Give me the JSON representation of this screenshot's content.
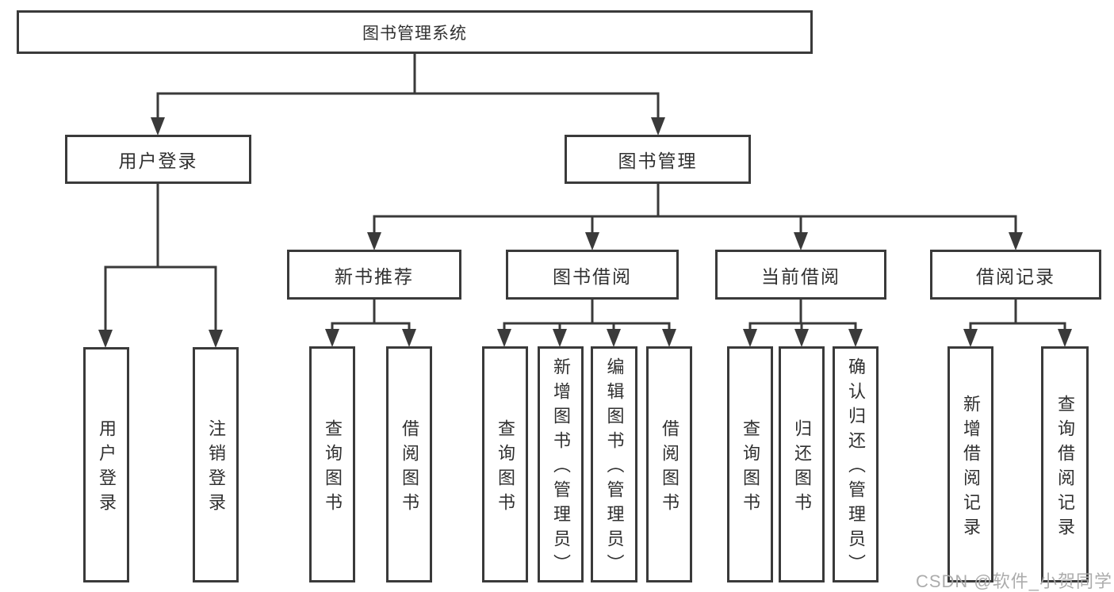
{
  "tree": {
    "label": "图书管理系统",
    "children": [
      {
        "label": "用户登录",
        "children": [
          {
            "label": "用户登录"
          },
          {
            "label": "注销登录"
          }
        ]
      },
      {
        "label": "图书管理",
        "children": [
          {
            "label": "新书推荐",
            "children": [
              {
                "label": "查询图书"
              },
              {
                "label": "借阅图书"
              }
            ]
          },
          {
            "label": "图书借阅",
            "children": [
              {
                "label": "查询图书"
              },
              {
                "label": "新增图书（管理员）"
              },
              {
                "label": "编辑图书（管理员）"
              },
              {
                "label": "借阅图书"
              }
            ]
          },
          {
            "label": "当前借阅",
            "children": [
              {
                "label": "查询图书"
              },
              {
                "label": "归还图书"
              },
              {
                "label": "确认归还（管理员）"
              }
            ]
          },
          {
            "label": "借阅记录",
            "children": [
              {
                "label": "新增借阅记录"
              },
              {
                "label": "查询借阅记录"
              }
            ]
          }
        ]
      }
    ]
  },
  "watermark": {
    "text": "CSDN @软件_小贺同学"
  },
  "colors": {
    "line": "#3a3a3a",
    "box_border": "#3a3a3a",
    "box_fill": "#ffffff",
    "text": "#303030",
    "watermark": "#a8a8a8",
    "background": "#ffffff"
  }
}
